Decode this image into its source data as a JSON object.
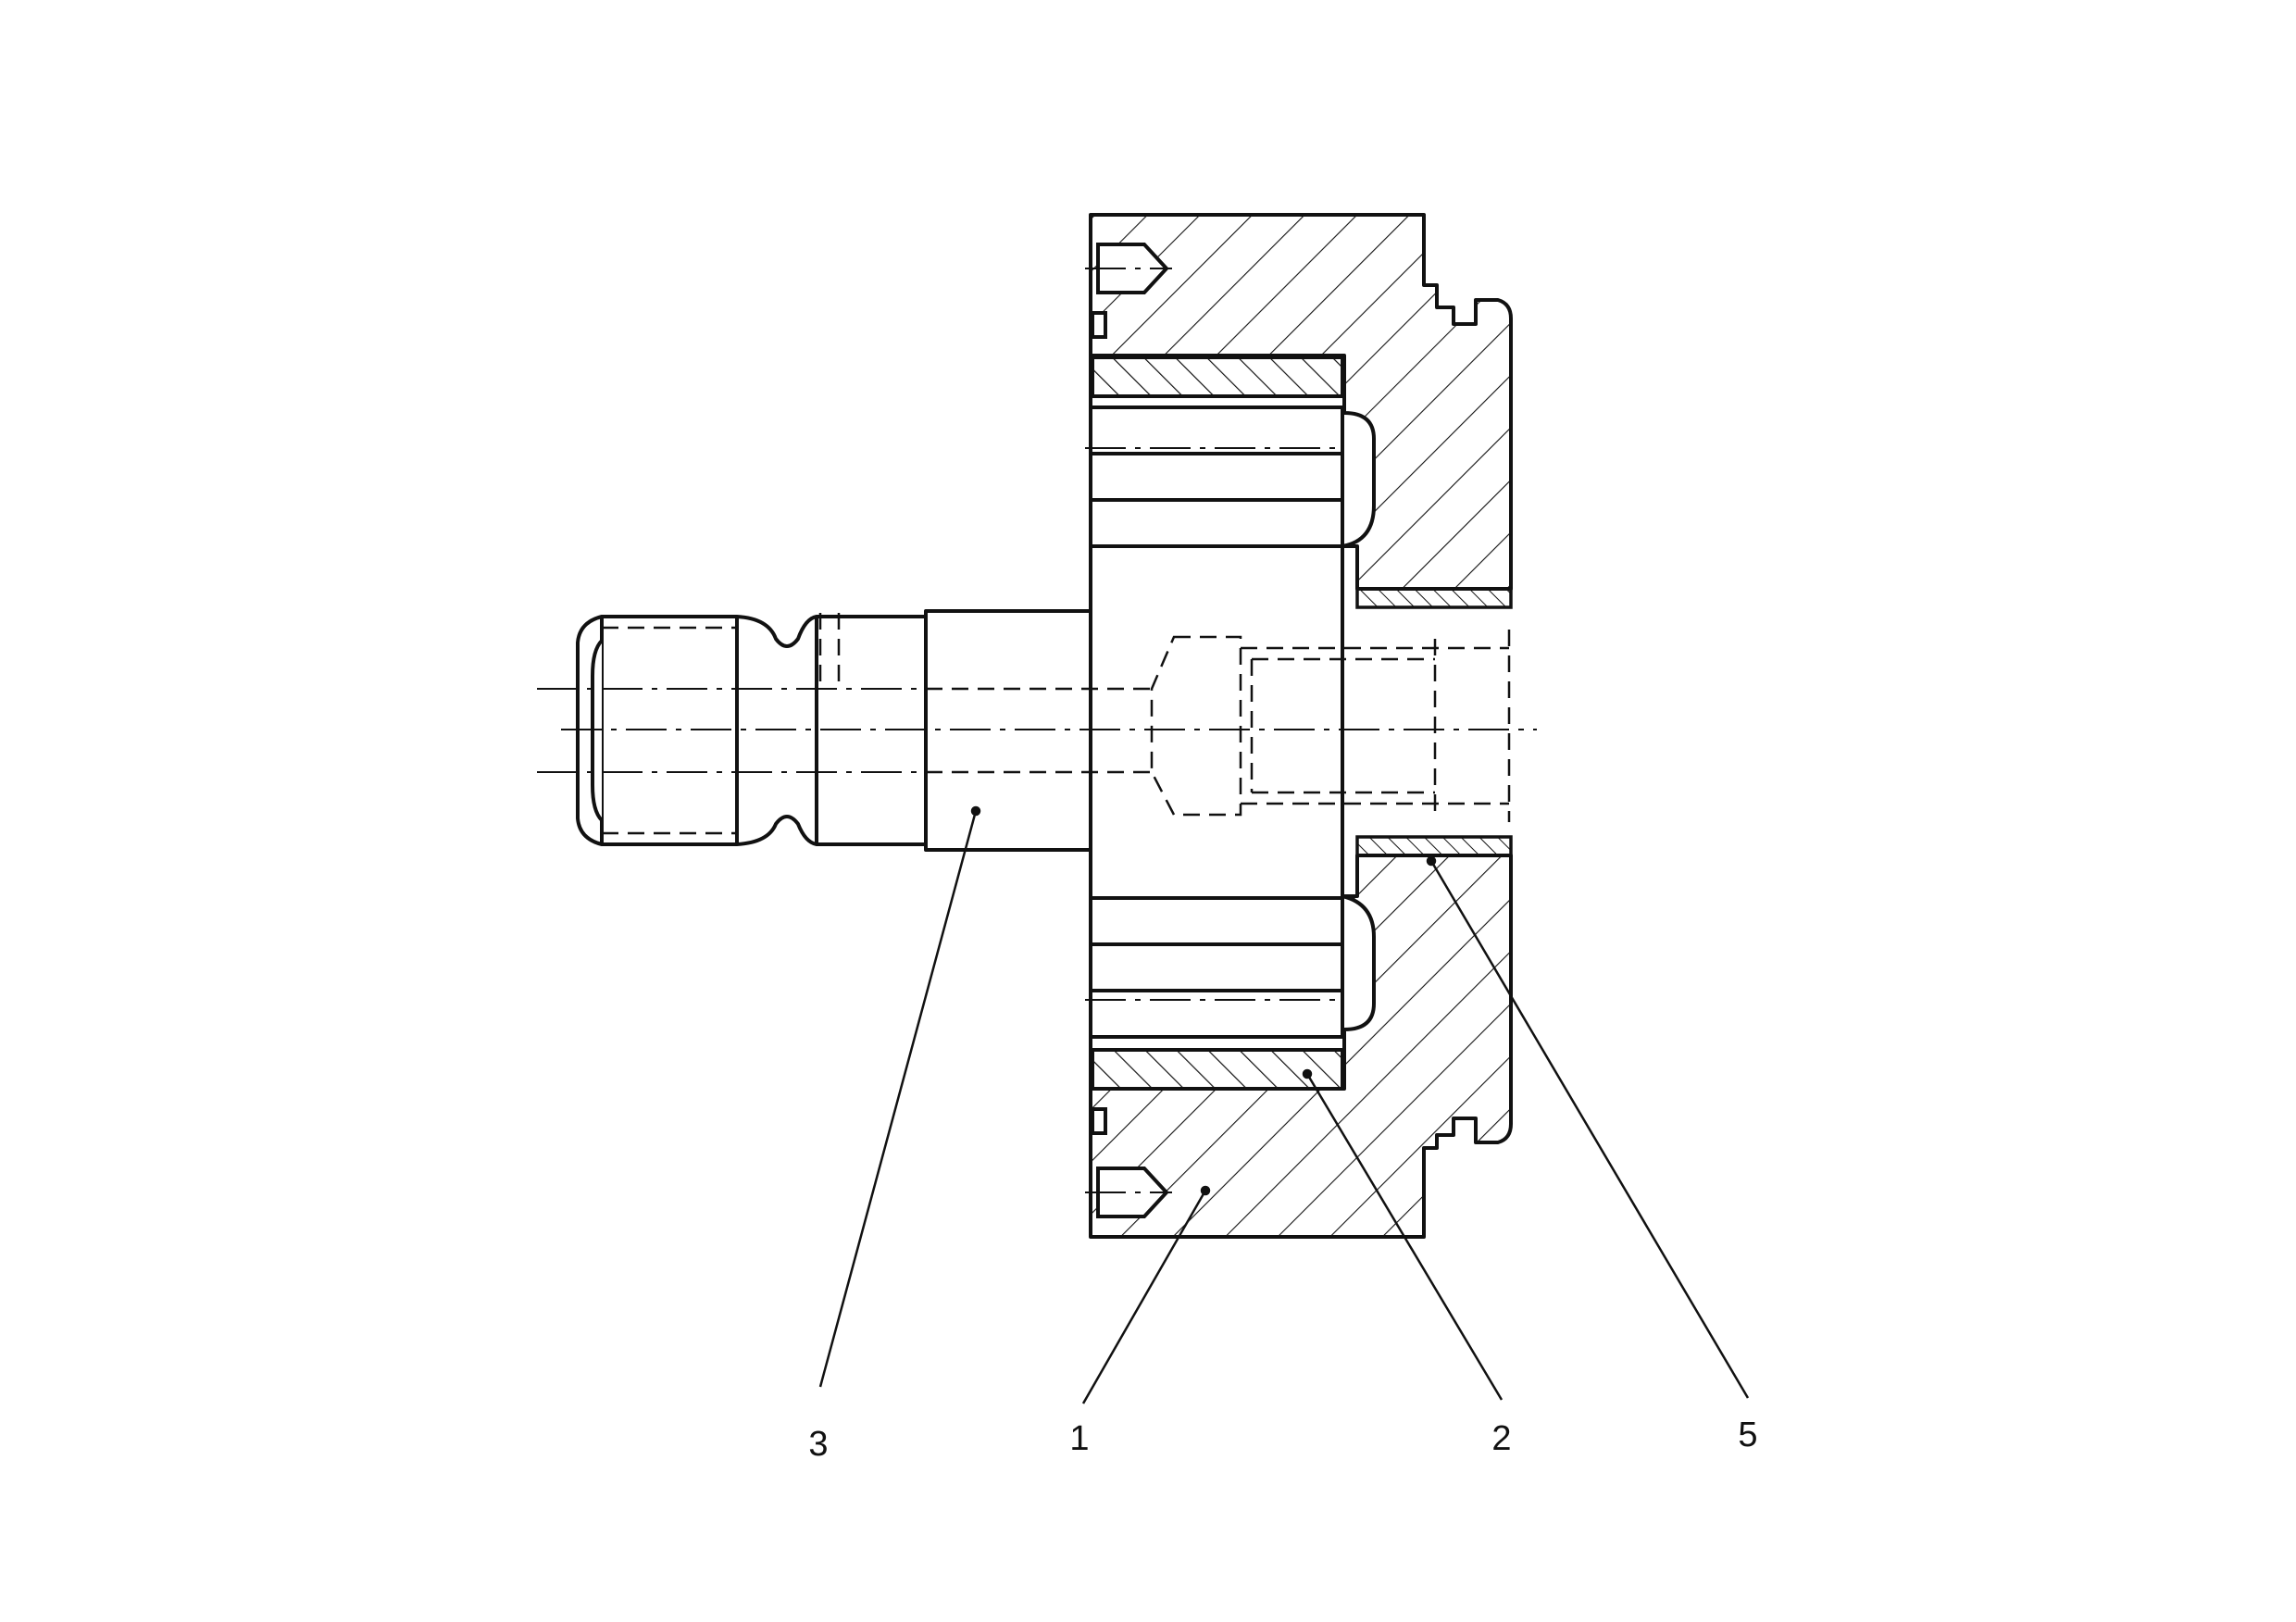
{
  "diagram": {
    "type": "mechanical-section-drawing",
    "callouts": [
      {
        "id": "callout-1",
        "text": "1"
      },
      {
        "id": "callout-2",
        "text": "2"
      },
      {
        "id": "callout-3",
        "text": "3"
      },
      {
        "id": "callout-5",
        "text": "5"
      }
    ],
    "colors": {
      "ink": "#111111",
      "background": "#ffffff"
    }
  }
}
